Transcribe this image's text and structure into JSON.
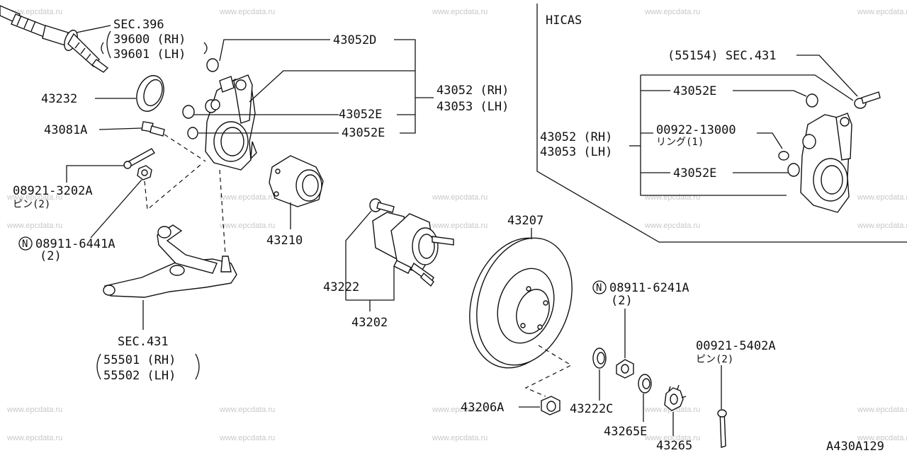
{
  "watermark": "www.epcdata.ru",
  "diagram_code": "A430A129",
  "hicas": {
    "title": "HICAS",
    "sec431": "(55154) SEC.431",
    "upper_bushing": "43052E",
    "lower_bushing": "43052E",
    "knuckle_rh": "43052 (RH)",
    "knuckle_lh": "43053 (LH)",
    "ring_part": "00922-13000",
    "ring_qty": "リング(1)"
  },
  "labels": {
    "sec396": "SEC.396",
    "shaft_rh": "39600 (RH)",
    "shaft_lh": "39601 (LH)",
    "bushing_d": "43052D",
    "knuckle_rh": "43052 (RH)",
    "knuckle_lh": "43053 (LH)",
    "bushing_e1": "43052E",
    "bushing_e2": "43052E",
    "seal": "43232",
    "bolt": "43081A",
    "pin_part": "08921-3202A",
    "pin_qty": "ピン(2)",
    "nut_part": "08911-6441A",
    "nut_qty": "(2)",
    "bearing": "43210",
    "arm_sec": "SEC.431",
    "arm_rh": "55501 (RH)",
    "arm_lh": "55502 (LH)",
    "hub_bolt": "43222",
    "hub": "43202",
    "rotor": "43207",
    "nut2_part": "08911-6241A",
    "nut2_qty": "(2)",
    "cpin_part": "00921-5402A",
    "cpin_qty": "ピン(2)",
    "cap": "43206A",
    "washer": "43222C",
    "washer2": "43265E",
    "locknut": "43265",
    "n_mark": "N"
  }
}
